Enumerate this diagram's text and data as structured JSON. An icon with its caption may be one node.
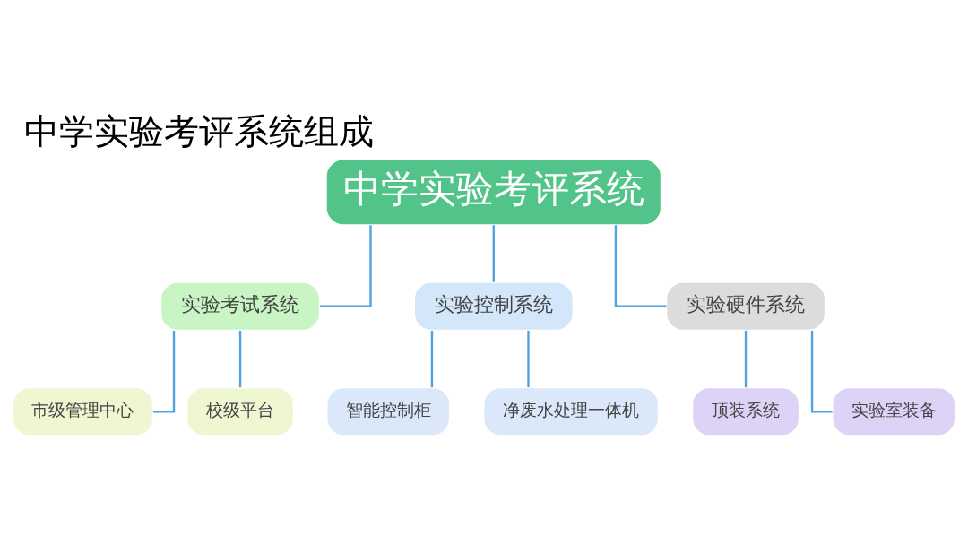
{
  "diagram": {
    "title": "中学实验考评系统组成",
    "nodes": [
      {
        "text": [
          "中学实验考评系统"
        ]
      },
      {
        "text": [
          "实验考试系统"
        ]
      },
      {
        "text": [
          "实验控制系统"
        ]
      },
      {
        "text": [
          "实验硬件系统"
        ]
      },
      {
        "text": [
          "市级管理中心"
        ]
      },
      {
        "text": [
          "校级平台"
        ]
      },
      {
        "text": [
          "智能控制柜"
        ]
      },
      {
        "text": [
          "净废水处理一体机"
        ]
      },
      {
        "text": [
          "顶装系统"
        ]
      },
      {
        "text": [
          "实验室装备"
        ]
      }
    ],
    "edges": [
      {
        "from": 0,
        "to": 1,
        "arrow": "none"
      },
      {
        "from": 0,
        "to": 2,
        "arrow": "none"
      },
      {
        "from": 0,
        "to": 3,
        "arrow": "none"
      },
      {
        "from": 1,
        "to": 4,
        "arrow": "none"
      },
      {
        "from": 1,
        "to": 5,
        "arrow": "none"
      },
      {
        "from": 2,
        "to": 6,
        "arrow": "none"
      },
      {
        "from": 2,
        "to": 7,
        "arrow": "none"
      },
      {
        "from": 3,
        "to": 8,
        "arrow": "none"
      },
      {
        "from": 3,
        "to": 9,
        "arrow": "none"
      }
    ]
  }
}
